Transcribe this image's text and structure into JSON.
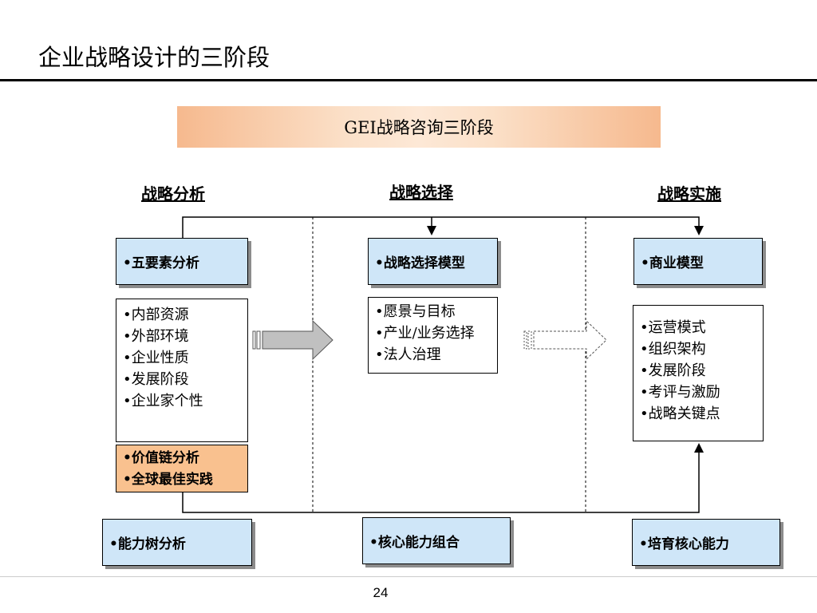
{
  "title": "企业战略设计的三阶段",
  "banner": "GEI战略咨询三阶段",
  "headings": {
    "analysis": "战略分析",
    "choice": "战略选择",
    "implementation": "战略实施"
  },
  "top_boxes": {
    "analysis": "•五要素分析",
    "choice": "•战略选择模型",
    "implementation": "•商业模型"
  },
  "lists": {
    "analysis": [
      "•内部资源",
      "•外部环境",
      "•企业性质",
      "•发展阶段",
      "•企业家个性"
    ],
    "choice": [
      "•愿景与目标",
      "•产业/业务选择",
      "•法人治理"
    ],
    "implementation": [
      "•运营模式",
      "•组织架构",
      "•发展阶段",
      "•考评与激励",
      "•战略关键点"
    ]
  },
  "value_chain": [
    "•价值链分析",
    "•全球最佳实践"
  ],
  "bottom_boxes": {
    "analysis": "•能力树分析",
    "choice": "•核心能力组合",
    "implementation": "•培育核心能力"
  },
  "page_number": "24",
  "colors": {
    "box_blue": "#cfe6f8",
    "box_orange": "#f9c18f",
    "banner_edge": "#f6b98e",
    "banner_center": "#fde8d6",
    "arrow_gray": "#c0c0c0"
  }
}
